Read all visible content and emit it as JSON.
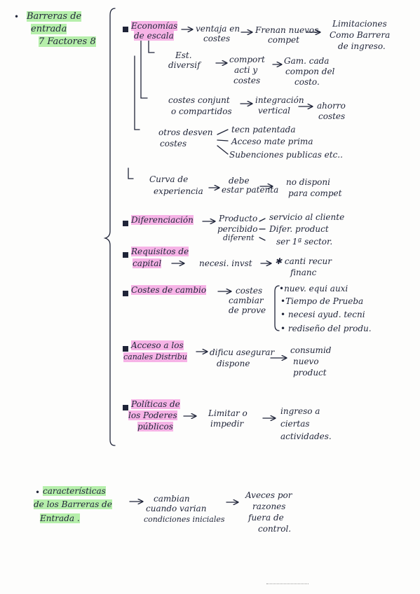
{
  "root": {
    "bullet": "•",
    "line1": "Barreras de",
    "line2": "entrada",
    "line3": "7 Factores 8"
  },
  "eco": {
    "title1": "Economías",
    "title2": "de escala",
    "a1": "ventaja en",
    "a2": "costes",
    "b1": "Frenan nuevos",
    "b2": "compet",
    "c1": "Limitaciones",
    "c2": "Como Barrera",
    "c3": "de ingreso.",
    "est1": "Est.",
    "est2": "diversif",
    "comp1": "comport",
    "comp2": "acti y",
    "comp3": "costes",
    "gam1": "Gam. cada",
    "gam2": "compon del",
    "gam3": "costo.",
    "cc1": "costes conjunt",
    "cc2": "o compartidos",
    "int1": "integración",
    "int2": "vertical",
    "ah1": "ahorro",
    "ah2": "costes",
    "od1": "otros desven",
    "od2": "costes",
    "tec": "tecn patentada",
    "acc": "Acceso mate prima",
    "sub": "Subenciones publicas etc..",
    "cur1": "Curva de",
    "cur2": "experiencia",
    "deb1": "debe",
    "deb2": "estar patenta",
    "nod1": "no disponi",
    "nod2": "para compet"
  },
  "dif": {
    "title": "Diferenciación",
    "p1": "Producto",
    "p2": "percibido",
    "p3": "diferent",
    "s1": "servicio al cliente",
    "s2": "Difer. product",
    "s3": "ser 1ª sector."
  },
  "req": {
    "title1": "Requisitos de",
    "title2": "capital",
    "n": "necesi. invst",
    "c1": "canti recur",
    "c2": "financ"
  },
  "cos": {
    "title": "Costes de cambio",
    "c1": "costes",
    "c2": "cambiar",
    "c3": "de prove",
    "items": [
      "•nuev. equi auxi",
      "•Tiempo de Prueba",
      "• necesi ayud. tecni",
      "• rediseño del produ."
    ]
  },
  "acc": {
    "title1": "Acceso a los",
    "title2": "canales Distribu",
    "d1": "dificu asegurar",
    "d2": "dispone",
    "c1": "consumid",
    "c2": "nuevo",
    "c3": "product"
  },
  "pol": {
    "title1": "Políticas de",
    "title2": "los Poderes",
    "title3": "públicos",
    "l1": "Limitar o",
    "l2": "impedir",
    "i1": "ingreso a",
    "i2": "ciertas",
    "i3": "actividades."
  },
  "car": {
    "bullet": "•",
    "l1": "características",
    "l2": "de los Barreras de",
    "l3": "Entrada .",
    "c1": "cambian",
    "c2": "cuando varian",
    "c3": "condiciones iniciales",
    "a1": "Aveces por",
    "a2": "razones",
    "a3": "fuera de",
    "a4": "control."
  }
}
